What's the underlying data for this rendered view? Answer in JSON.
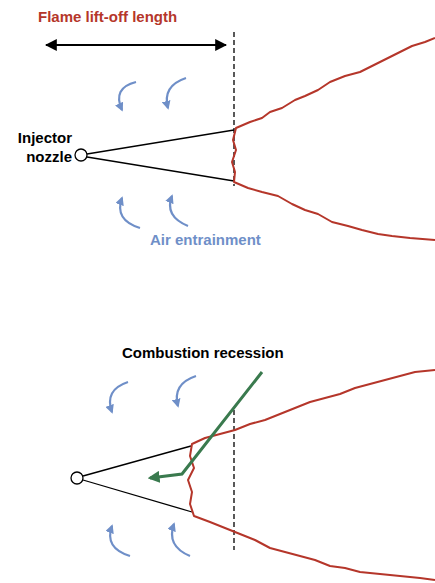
{
  "diagram": {
    "labels": [
      "Flame lift-off length",
      "Injector nozzle",
      "Air entrainment",
      "Combustion recession"
    ]
  }
}
